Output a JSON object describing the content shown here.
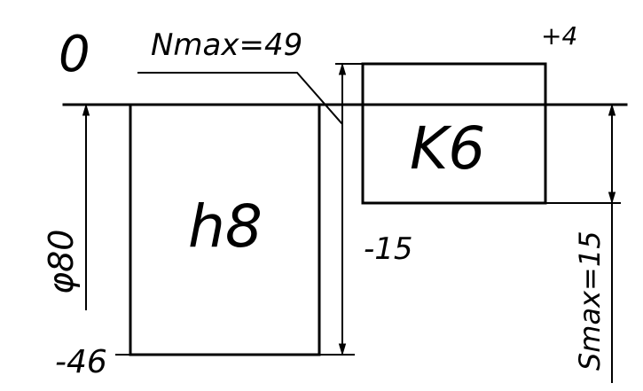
{
  "diagram": {
    "zero_label": "0",
    "nmax_label": "Nmax=49",
    "shaft_label": "h8",
    "hole_label": "K6",
    "hole_upper_deviation": "+4",
    "hole_lower_deviation": "-15",
    "shaft_lower_deviation": "-46",
    "diameter_label": "φ80",
    "smax_label": "Smax=15"
  }
}
